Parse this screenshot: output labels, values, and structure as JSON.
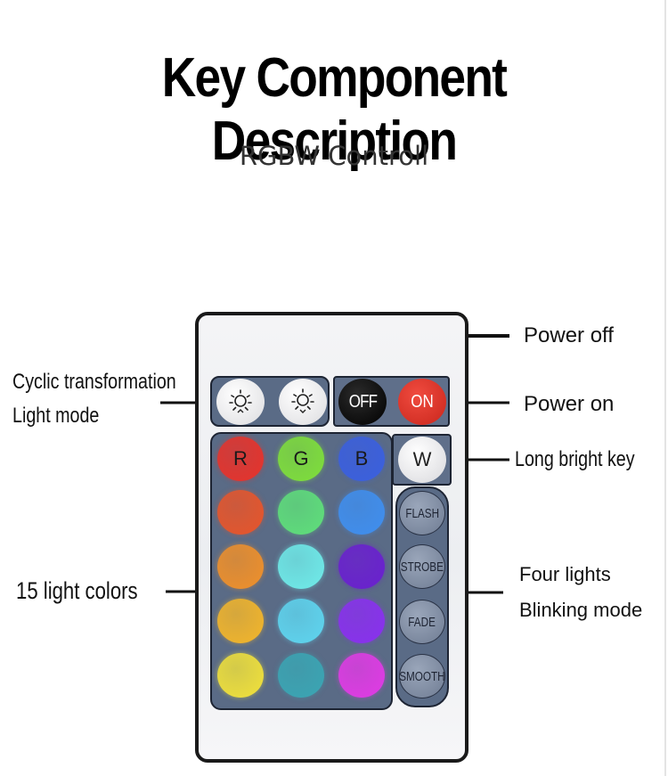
{
  "header": {
    "title": "Key Component Description",
    "subtitle": "RGBW Controll"
  },
  "remote": {
    "light_mode_keys": [
      {
        "icon": "sun-up-icon"
      },
      {
        "icon": "sun-down-icon"
      }
    ],
    "power_keys": [
      {
        "label": "OFF",
        "color": "#000000"
      },
      {
        "label": "ON",
        "color": "#e0362b"
      }
    ],
    "white_key": {
      "label": "W",
      "color": "#ffffff"
    },
    "color_keys": [
      {
        "label": "R",
        "color": "#e8322a"
      },
      {
        "label": "G",
        "color": "#7fe03a"
      },
      {
        "label": "B",
        "color": "#3a5fe0"
      },
      {
        "label": "",
        "color": "#e8552a"
      },
      {
        "label": "",
        "color": "#5fe07a"
      },
      {
        "label": "",
        "color": "#3f8ff0"
      },
      {
        "label": "",
        "color": "#f0902a"
      },
      {
        "label": "",
        "color": "#6fecea"
      },
      {
        "label": "",
        "color": "#6a1fd0"
      },
      {
        "label": "",
        "color": "#f4b62a"
      },
      {
        "label": "",
        "color": "#5ed6f0"
      },
      {
        "label": "",
        "color": "#8a2ff0"
      },
      {
        "label": "",
        "color": "#f2e23a"
      },
      {
        "label": "",
        "color": "#3aa6b4"
      },
      {
        "label": "",
        "color": "#e23ae6"
      }
    ],
    "mode_keys": [
      "FLASH",
      "STROBE",
      "FADE",
      "SMOOTH"
    ]
  },
  "callouts": {
    "cyclic_line1": "Cyclic transformation",
    "cyclic_line2": "Light mode",
    "power_off": "Power off",
    "power_on": "Power on",
    "long_bright": "Long bright key",
    "light_colors": "15 light colors",
    "blink_line1": "Four lights",
    "blink_line2": "Blinking mode"
  }
}
